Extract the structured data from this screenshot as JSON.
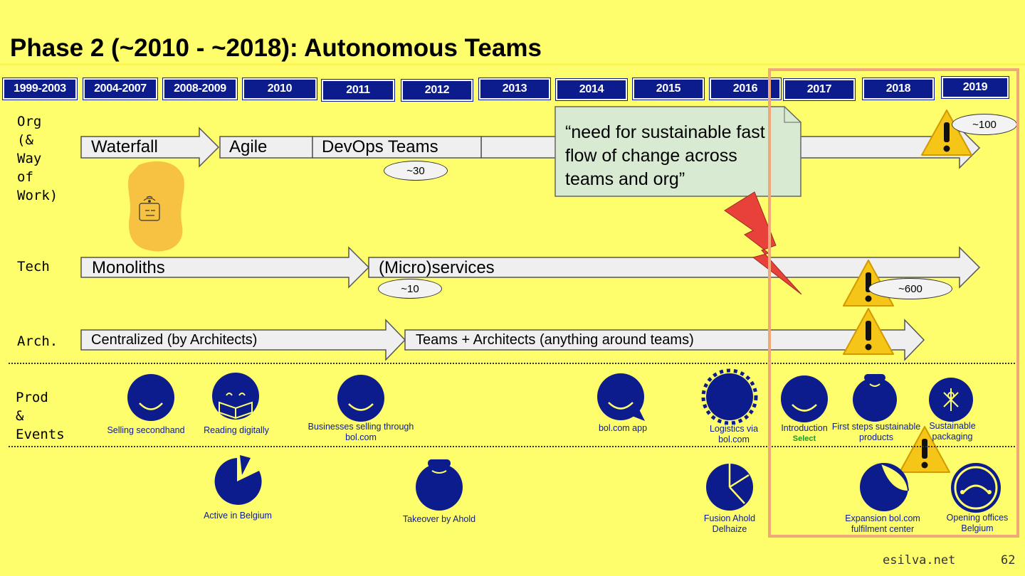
{
  "title": "Phase 2 (~2010 - ~2018): Autonomous Teams",
  "years": [
    "1999-2003",
    "2004-2007",
    "2008-2009",
    "2010",
    "2011",
    "2012",
    "2013",
    "2014",
    "2015",
    "2016",
    "2017",
    "2018",
    "2019"
  ],
  "rows": {
    "org": "Org\n(&\nWay\nof\nWork)",
    "tech": "Tech",
    "arch": "Arch.",
    "prod": "Prod\n&\nEvents"
  },
  "org_arrows": [
    "Waterfall",
    "Agile",
    "DevOps Teams"
  ],
  "tech_arrows": [
    "Monoliths",
    "(Micro)services"
  ],
  "arch_arrows": [
    "Centralized (by Architects)",
    "Teams + Architects (anything around teams)"
  ],
  "badges": {
    "devops": "~30",
    "org_end": "~100",
    "micro": "~10",
    "tech_end": "~600"
  },
  "callout": "“need for sustainable fast flow of change across teams and org”",
  "events_top": [
    {
      "label": "Selling secondhand"
    },
    {
      "label": "Reading digitally"
    },
    {
      "label": "Businesses selling through bol.com"
    },
    {
      "label": "bol.com app"
    },
    {
      "label": "Logistics via bol.com"
    },
    {
      "label": "Introduction",
      "sub": "Select"
    },
    {
      "label": "First steps sustainable products"
    },
    {
      "label": "Sustainable packaging"
    }
  ],
  "events_bottom": [
    {
      "label": "Active in Belgium"
    },
    {
      "label": "Takeover by Ahold"
    },
    {
      "label": "Fusion Ahold Delhaize"
    },
    {
      "label": "Expansion bol.com fulfilment center"
    },
    {
      "label": "Opening offices Belgium"
    }
  ],
  "footer": {
    "site": "esilva.net",
    "page": "62"
  },
  "colors": {
    "background": "#fefd6b",
    "brand_blue": "#0c1c8c",
    "highlight_box": "#f0a878",
    "warning": "#f5c518",
    "lightning": "#e8413a",
    "callout_bg": "#d9ead3"
  }
}
